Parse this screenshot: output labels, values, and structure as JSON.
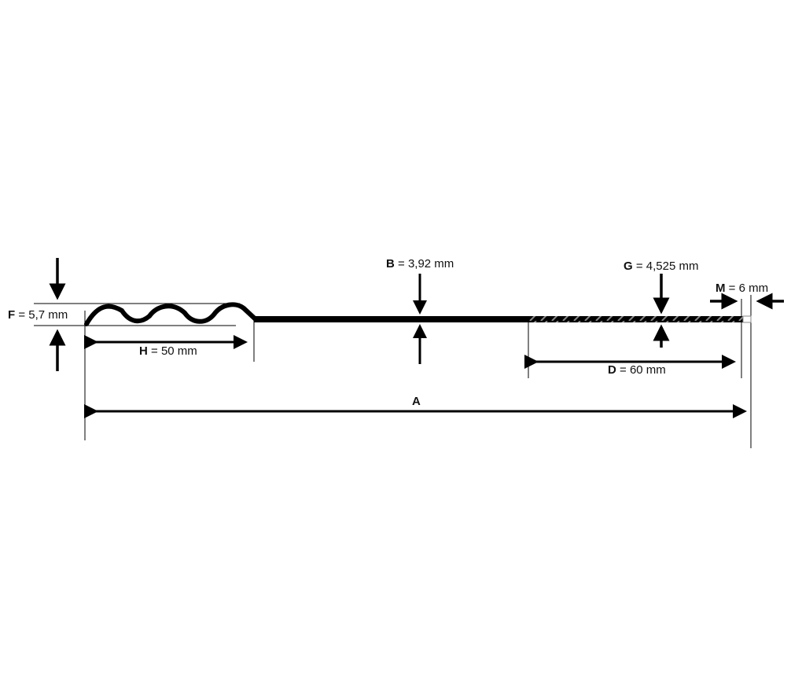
{
  "dimensions": {
    "F": {
      "letter": "F",
      "value": "= 5,7 mm"
    },
    "H": {
      "letter": "H",
      "value": "= 50 mm"
    },
    "B": {
      "letter": "B",
      "value": "= 3,92 mm"
    },
    "G": {
      "letter": "G",
      "value": "= 4,525 mm"
    },
    "M": {
      "letter": "M",
      "value": "= 6 mm"
    },
    "D": {
      "letter": "D",
      "value": "= 60 mm"
    },
    "A": {
      "letter": "A"
    }
  },
  "colors": {
    "ink": "#000000",
    "thread": "#777777"
  }
}
